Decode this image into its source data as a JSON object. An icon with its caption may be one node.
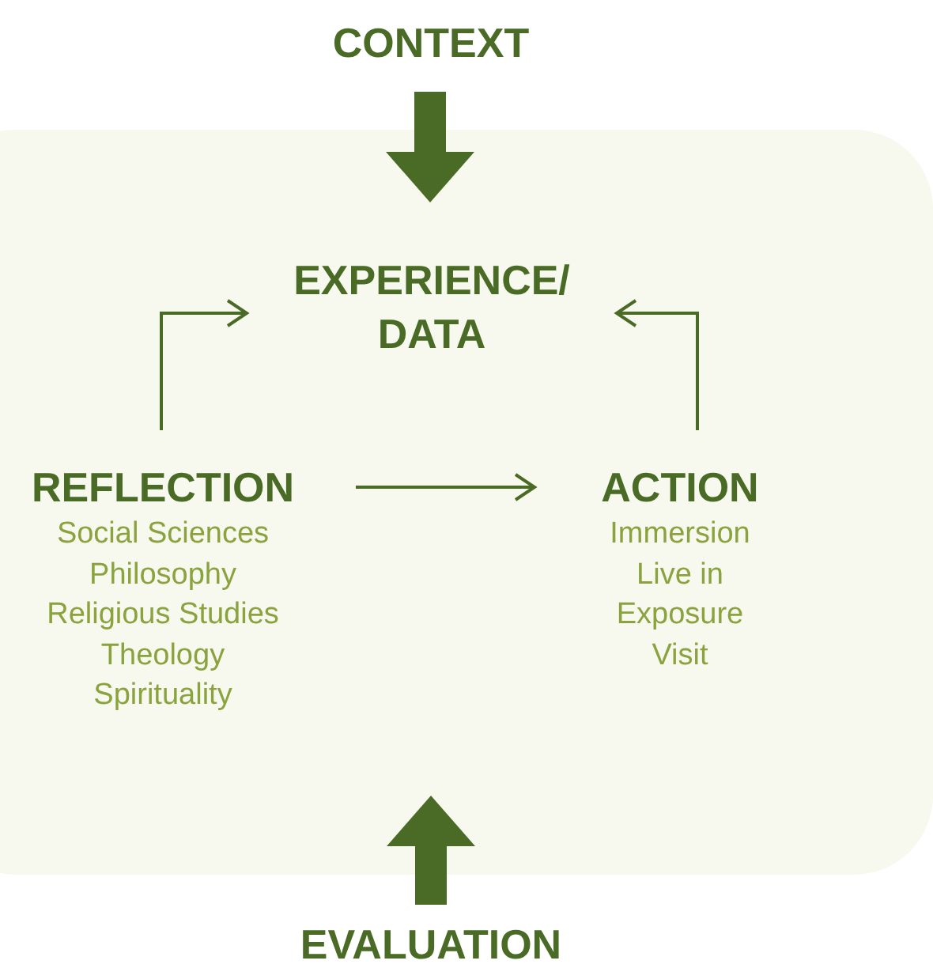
{
  "diagram": {
    "nodes": [
      {
        "text": [
          "CONTEXT"
        ]
      },
      {
        "text": [],
        "shape": "box"
      },
      {
        "text": [
          "EXPERIENCE/ DATA"
        ],
        "in": 1
      },
      {
        "text": [
          "REFLECTION",
          "Social Sciences",
          "Philosophy",
          "Religious Studies",
          "Theology",
          "Spirituality"
        ],
        "in": 1
      },
      {
        "text": [
          "ACTION",
          "Immersion",
          "Live in",
          "Exposure",
          "Visit"
        ],
        "in": 1
      },
      {
        "text": [
          "EVALUATION"
        ]
      }
    ],
    "edges": [
      {
        "from": 0,
        "to": 2,
        "arrow": "to",
        "style": "thick"
      },
      {
        "from": 5,
        "to": 1,
        "arrow": "to",
        "style": "thick"
      },
      {
        "from": 3,
        "to": 2,
        "arrow": "to"
      },
      {
        "from": 4,
        "to": 2,
        "arrow": "to"
      },
      {
        "from": 3,
        "to": 4,
        "arrow": "to"
      }
    ]
  }
}
